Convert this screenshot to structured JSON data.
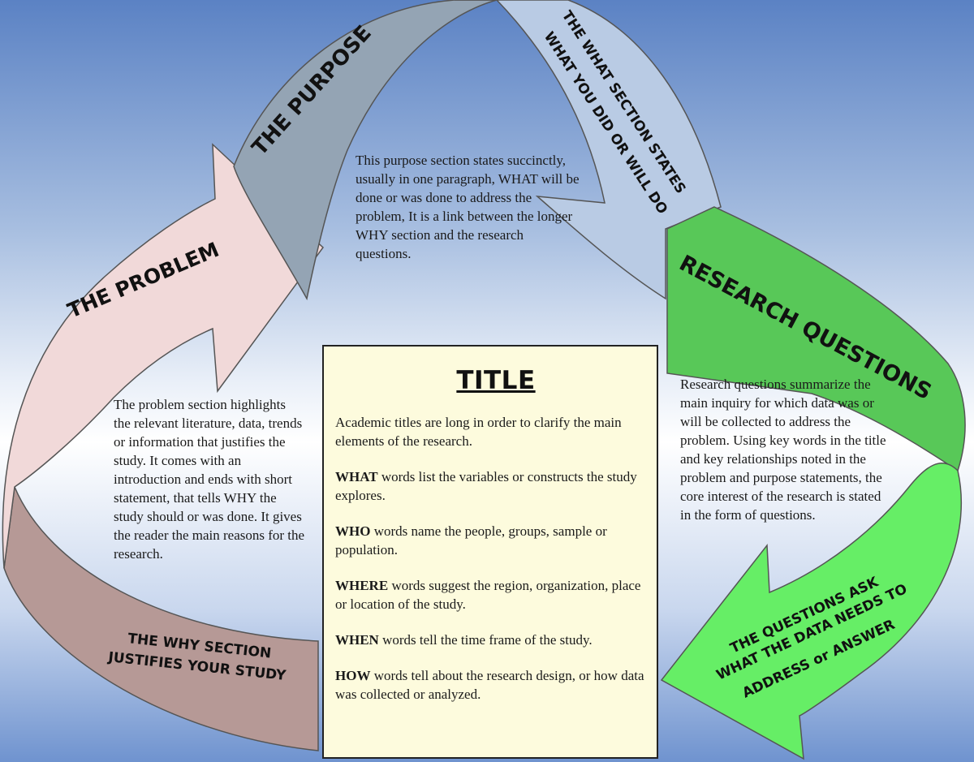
{
  "arrows": {
    "problem": {
      "label": "THE PROBLEM",
      "color": "#f1d9d9",
      "color_dark": "#b69996"
    },
    "why": {
      "line1": "THE WHY SECTION",
      "line2": "JUSTIFIES YOUR STUDY"
    },
    "purpose": {
      "label": "THE PURPOSE",
      "color": "#94a4b4"
    },
    "what": {
      "line1": "THE WHAT SECTION STATES",
      "line2": "WHAT YOU DID OR WILL DO",
      "color": "#b9cbe4"
    },
    "research_questions": {
      "label": "RESEARCH QUESTIONS",
      "color": "#58c858",
      "color_light": "#66ee66"
    },
    "questions_ask": {
      "line1": "THE QUESTIONS ASK",
      "line2": "WHAT THE DATA NEEDS TO",
      "line3": "ADDRESS or ANSWER"
    }
  },
  "problem_desc": "The problem section highlights the relevant literature, data, trends or information that justifies the study. It comes with an introduction and ends with short statement, that tells WHY the study should or was done. It gives the reader the main reasons for the research.",
  "purpose_desc": "This purpose section states succinctly, usually in one paragraph, WHAT will be done or was done to address the problem, It is a link between the longer WHY section and the research questions.",
  "rq_desc": "Research questions summarize the main inquiry for which data was or will be collected to address the problem. Using key words in the title and key relationships noted in the problem and purpose statements, the core interest of the research is stated in the form of questions.",
  "title_box": {
    "heading": "TITLE",
    "intro": "Academic titles are long in order to clarify the main elements of the research.",
    "items": [
      {
        "term": "WHAT",
        "text": " words list the variables or constructs the study explores."
      },
      {
        "term": "WHO",
        "text": " words name the people, groups, sample or population."
      },
      {
        "term": "WHERE",
        "text": " words suggest the region, organization, place or location of the study."
      },
      {
        "term": "WHEN",
        "text": " words tell the time frame of the study."
      },
      {
        "term": "HOW",
        "text": " words tell about the research design, or how data was collected or analyzed."
      }
    ]
  }
}
